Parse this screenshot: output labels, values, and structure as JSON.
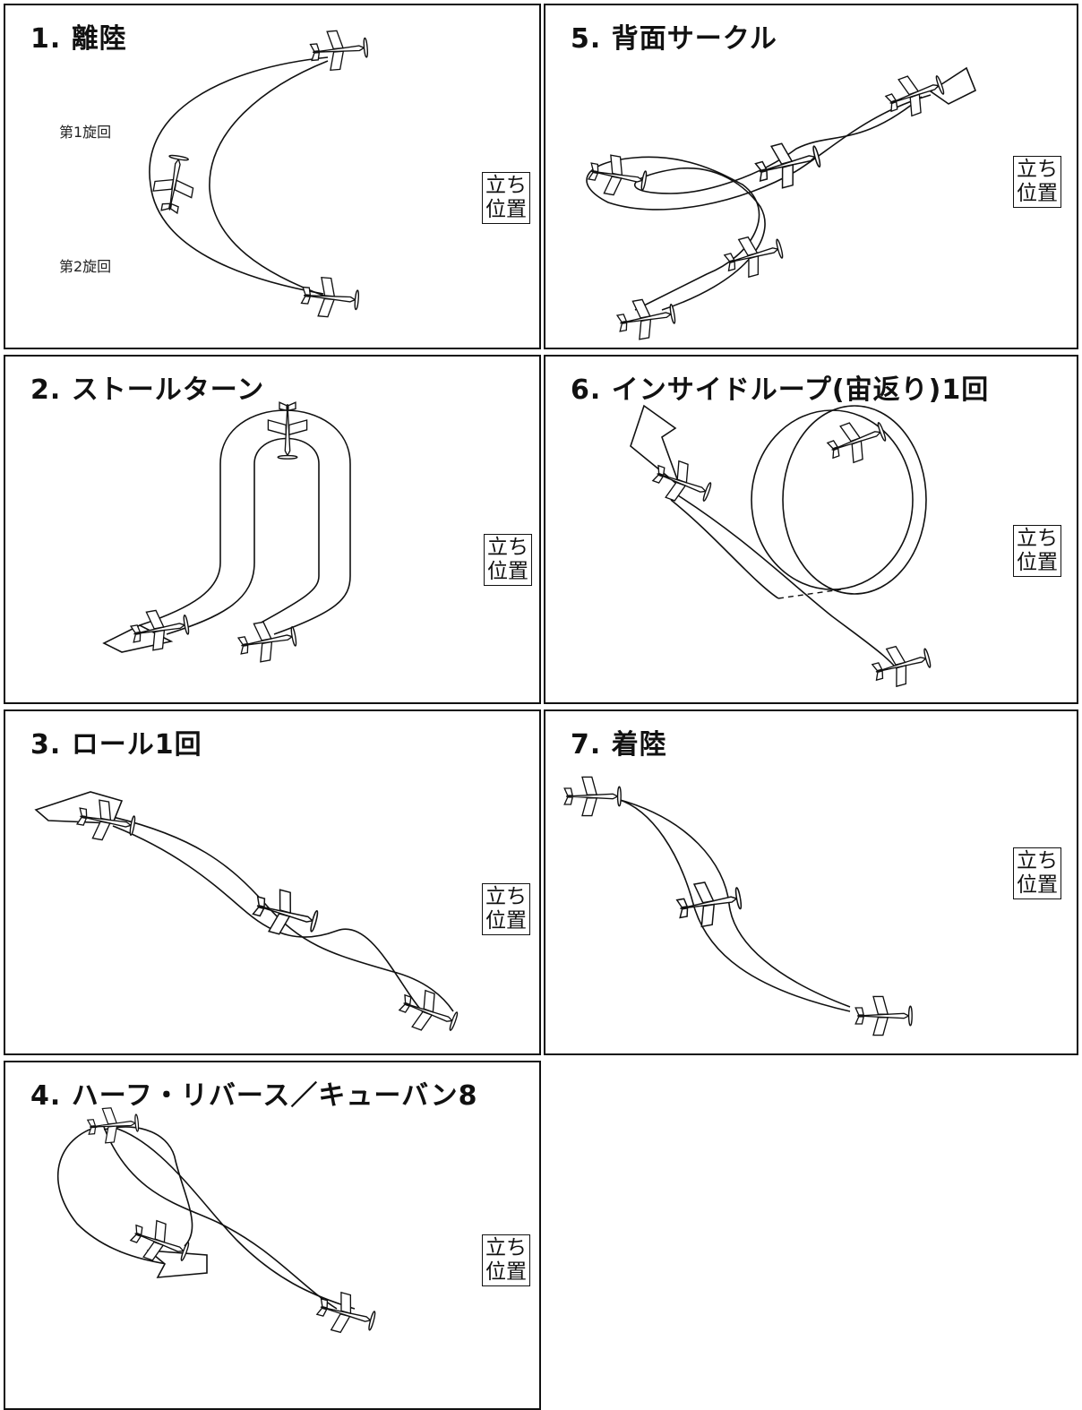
{
  "panels": [
    {
      "title": "1. 離陸",
      "stand": [
        "立ち",
        "位置"
      ],
      "turns": [
        "第1旋回",
        "第2旋回"
      ]
    },
    {
      "title": "2. ストールターン",
      "stand": [
        "立ち",
        "位置"
      ]
    },
    {
      "title": "3. ロール1回",
      "stand": [
        "立ち",
        "位置"
      ]
    },
    {
      "title": "4. ハーフ・リバース／キューバン8",
      "stand": [
        "立ち",
        "位置"
      ]
    },
    {
      "title": "5. 背面サークル",
      "stand": [
        "立ち",
        "位置"
      ]
    },
    {
      "title": "6. インサイドループ(宙返り)1回",
      "stand": [
        "立ち",
        "位置"
      ]
    },
    {
      "title": "7. 着陸",
      "stand": [
        "立ち",
        "位置"
      ]
    }
  ]
}
